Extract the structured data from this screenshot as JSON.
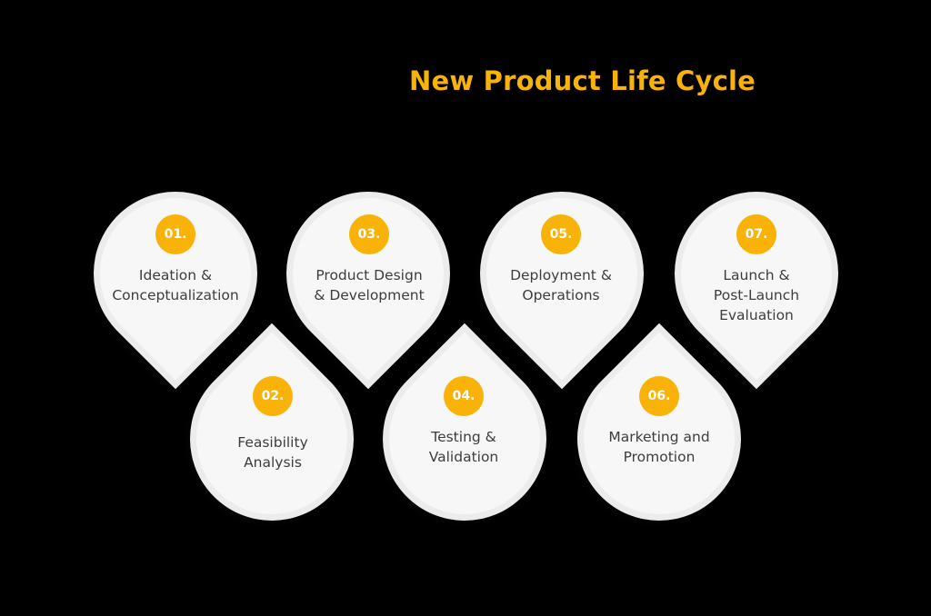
{
  "title": "New Product Life Cycle",
  "accent_color": "#f9b208",
  "steps": [
    {
      "number": "01.",
      "label": "Ideation &\nConceptualization"
    },
    {
      "number": "02.",
      "label": "Feasibility\nAnalysis"
    },
    {
      "number": "03.",
      "label": "Product Design\n& Development"
    },
    {
      "number": "04.",
      "label": "Testing &\nValidation"
    },
    {
      "number": "05.",
      "label": "Deployment &\nOperations"
    },
    {
      "number": "06.",
      "label": "Marketing and\nPromotion"
    },
    {
      "number": "07.",
      "label": "Launch &\nPost-Launch\nEvaluation"
    }
  ]
}
